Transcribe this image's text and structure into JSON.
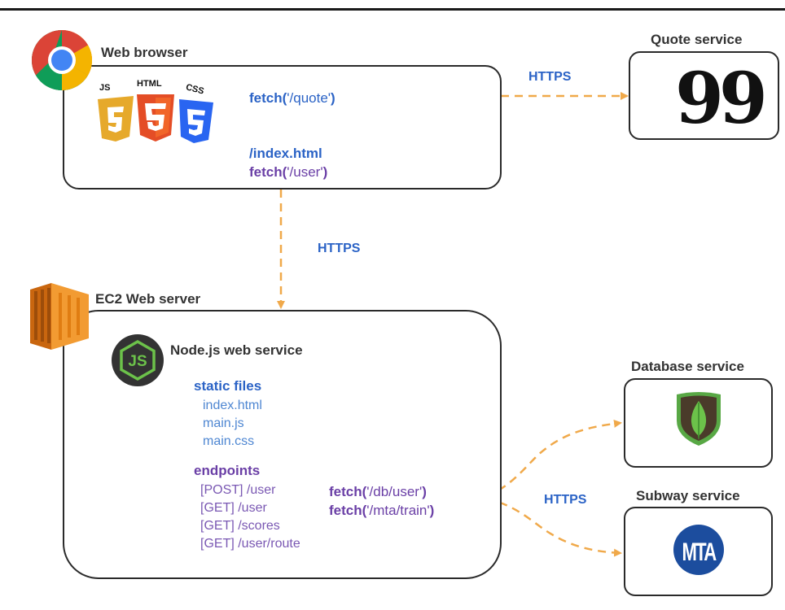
{
  "browser": {
    "title": "Web browser",
    "badges": {
      "js": "JS",
      "html": "HTML",
      "css": "CSS"
    },
    "fetch_quote": {
      "fn": "fetch(",
      "arg": "'/quote'",
      "close": ")"
    },
    "index": "/index.html",
    "fetch_user": {
      "fn": "fetch(",
      "arg": "'/user'",
      "close": ")"
    }
  },
  "quote": {
    "title": "Quote service",
    "glyph": "99"
  },
  "links": {
    "https_quote": "HTTPS",
    "https_server": "HTTPS",
    "https_backend": "HTTPS"
  },
  "server": {
    "title": "EC2 Web server",
    "node_title": "Node.js web service",
    "node_logo": "JS",
    "static_heading": "static files",
    "static_files": [
      "index.html",
      "main.js",
      "main.css"
    ],
    "endpoints_heading": "endpoints",
    "endpoints": [
      "[POST] /user",
      "[GET] /user",
      "[GET] /scores",
      "[GET] /user/route"
    ],
    "fetch_db": {
      "fn": "fetch(",
      "arg": "'/db/user'",
      "close": ")"
    },
    "fetch_mta": {
      "fn": "fetch(",
      "arg": "'/mta/train'",
      "close": ")"
    }
  },
  "database": {
    "title": "Database service"
  },
  "subway": {
    "title": "Subway service",
    "logo": "MTA"
  },
  "colors": {
    "arrow": "#f0a94a",
    "blue": "#2b63c6",
    "purple": "#6a3fa6",
    "border": "#2a2a2a"
  },
  "icons": [
    "chrome-icon",
    "js-badge-icon",
    "html5-badge-icon",
    "css3-badge-icon",
    "quote-marks-icon",
    "aws-ec2-icon",
    "nodejs-icon",
    "mongodb-leaf-icon",
    "mta-logo-icon"
  ]
}
